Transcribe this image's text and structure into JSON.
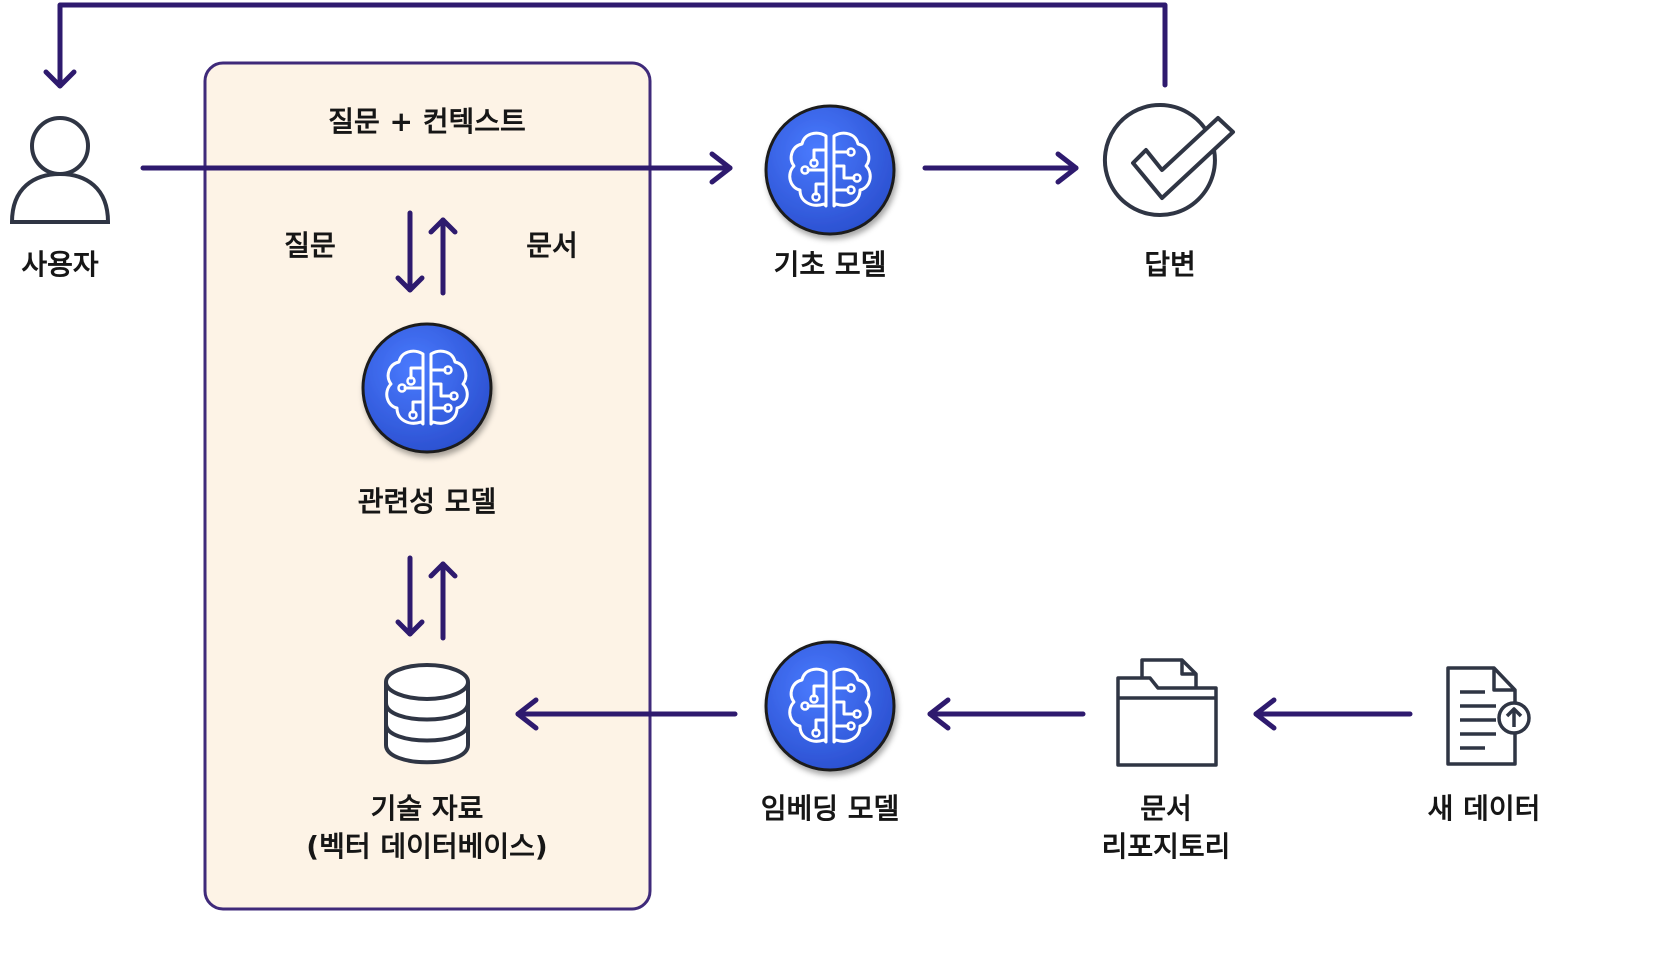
{
  "colors": {
    "arrow": "#2e1a6e",
    "panel_fill": "#fdf3e6",
    "panel_border": "#3f2a7a",
    "model_circle": "#2f5fe0",
    "icon_stroke": "#2f3544"
  },
  "labels": {
    "user": "사용자",
    "question_context": "질문 + 컨텍스트",
    "question": "질문",
    "documents": "문서",
    "relevance_model": "관련성 모델",
    "knowledge_line1": "기술 자료",
    "knowledge_line2": "(벡터 데이터베이스)",
    "foundation_model": "기초 모델",
    "answer": "답변",
    "embedding_model": "임베딩 모델",
    "doc_repo_line1": "문서",
    "doc_repo_line2": "리포지토리",
    "new_data": "새 데이터"
  },
  "icons": {
    "user": "user-icon",
    "brain": "brain-circuit-icon",
    "check": "check-circle-icon",
    "database": "database-icon",
    "folder": "folder-document-icon",
    "new_document": "document-upload-icon"
  }
}
